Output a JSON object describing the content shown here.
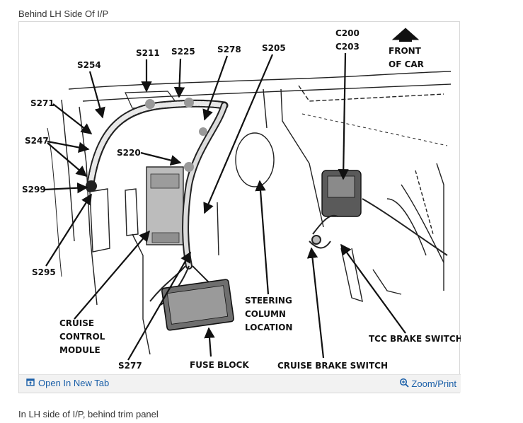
{
  "page": {
    "title": "Behind LH Side Of I/P",
    "caption": "In LH side of I/P, behind trim panel"
  },
  "figure": {
    "open_tab_label": "Open In New Tab",
    "zoom_label": "Zoom/Print",
    "link_color": "#1a5fa8",
    "icons": {
      "open_tab": "open-new-tab-icon",
      "zoom": "magnifier-plus-icon"
    }
  },
  "diagram": {
    "labels": {
      "s211": "S211",
      "s225": "S225",
      "s278": "S278",
      "s205": "S205",
      "c200": "C200",
      "c203": "C203",
      "front1": "FRONT",
      "front2": "OF CAR",
      "s254": "S254",
      "s271": "S271",
      "s247": "S247",
      "s220": "S220",
      "s299": "S299",
      "s295": "S295",
      "cruise1": "CRUISE",
      "cruise2": "CONTROL",
      "cruise3": "MODULE",
      "steering1": "STEERING",
      "steering2": "COLUMN",
      "steering3": "LOCATION",
      "tcc": "TCC BRAKE SWITCH",
      "s277": "S277",
      "fuse": "FUSE BLOCK",
      "cruise_brake": "CRUISE BRAKE SWITCH"
    }
  }
}
